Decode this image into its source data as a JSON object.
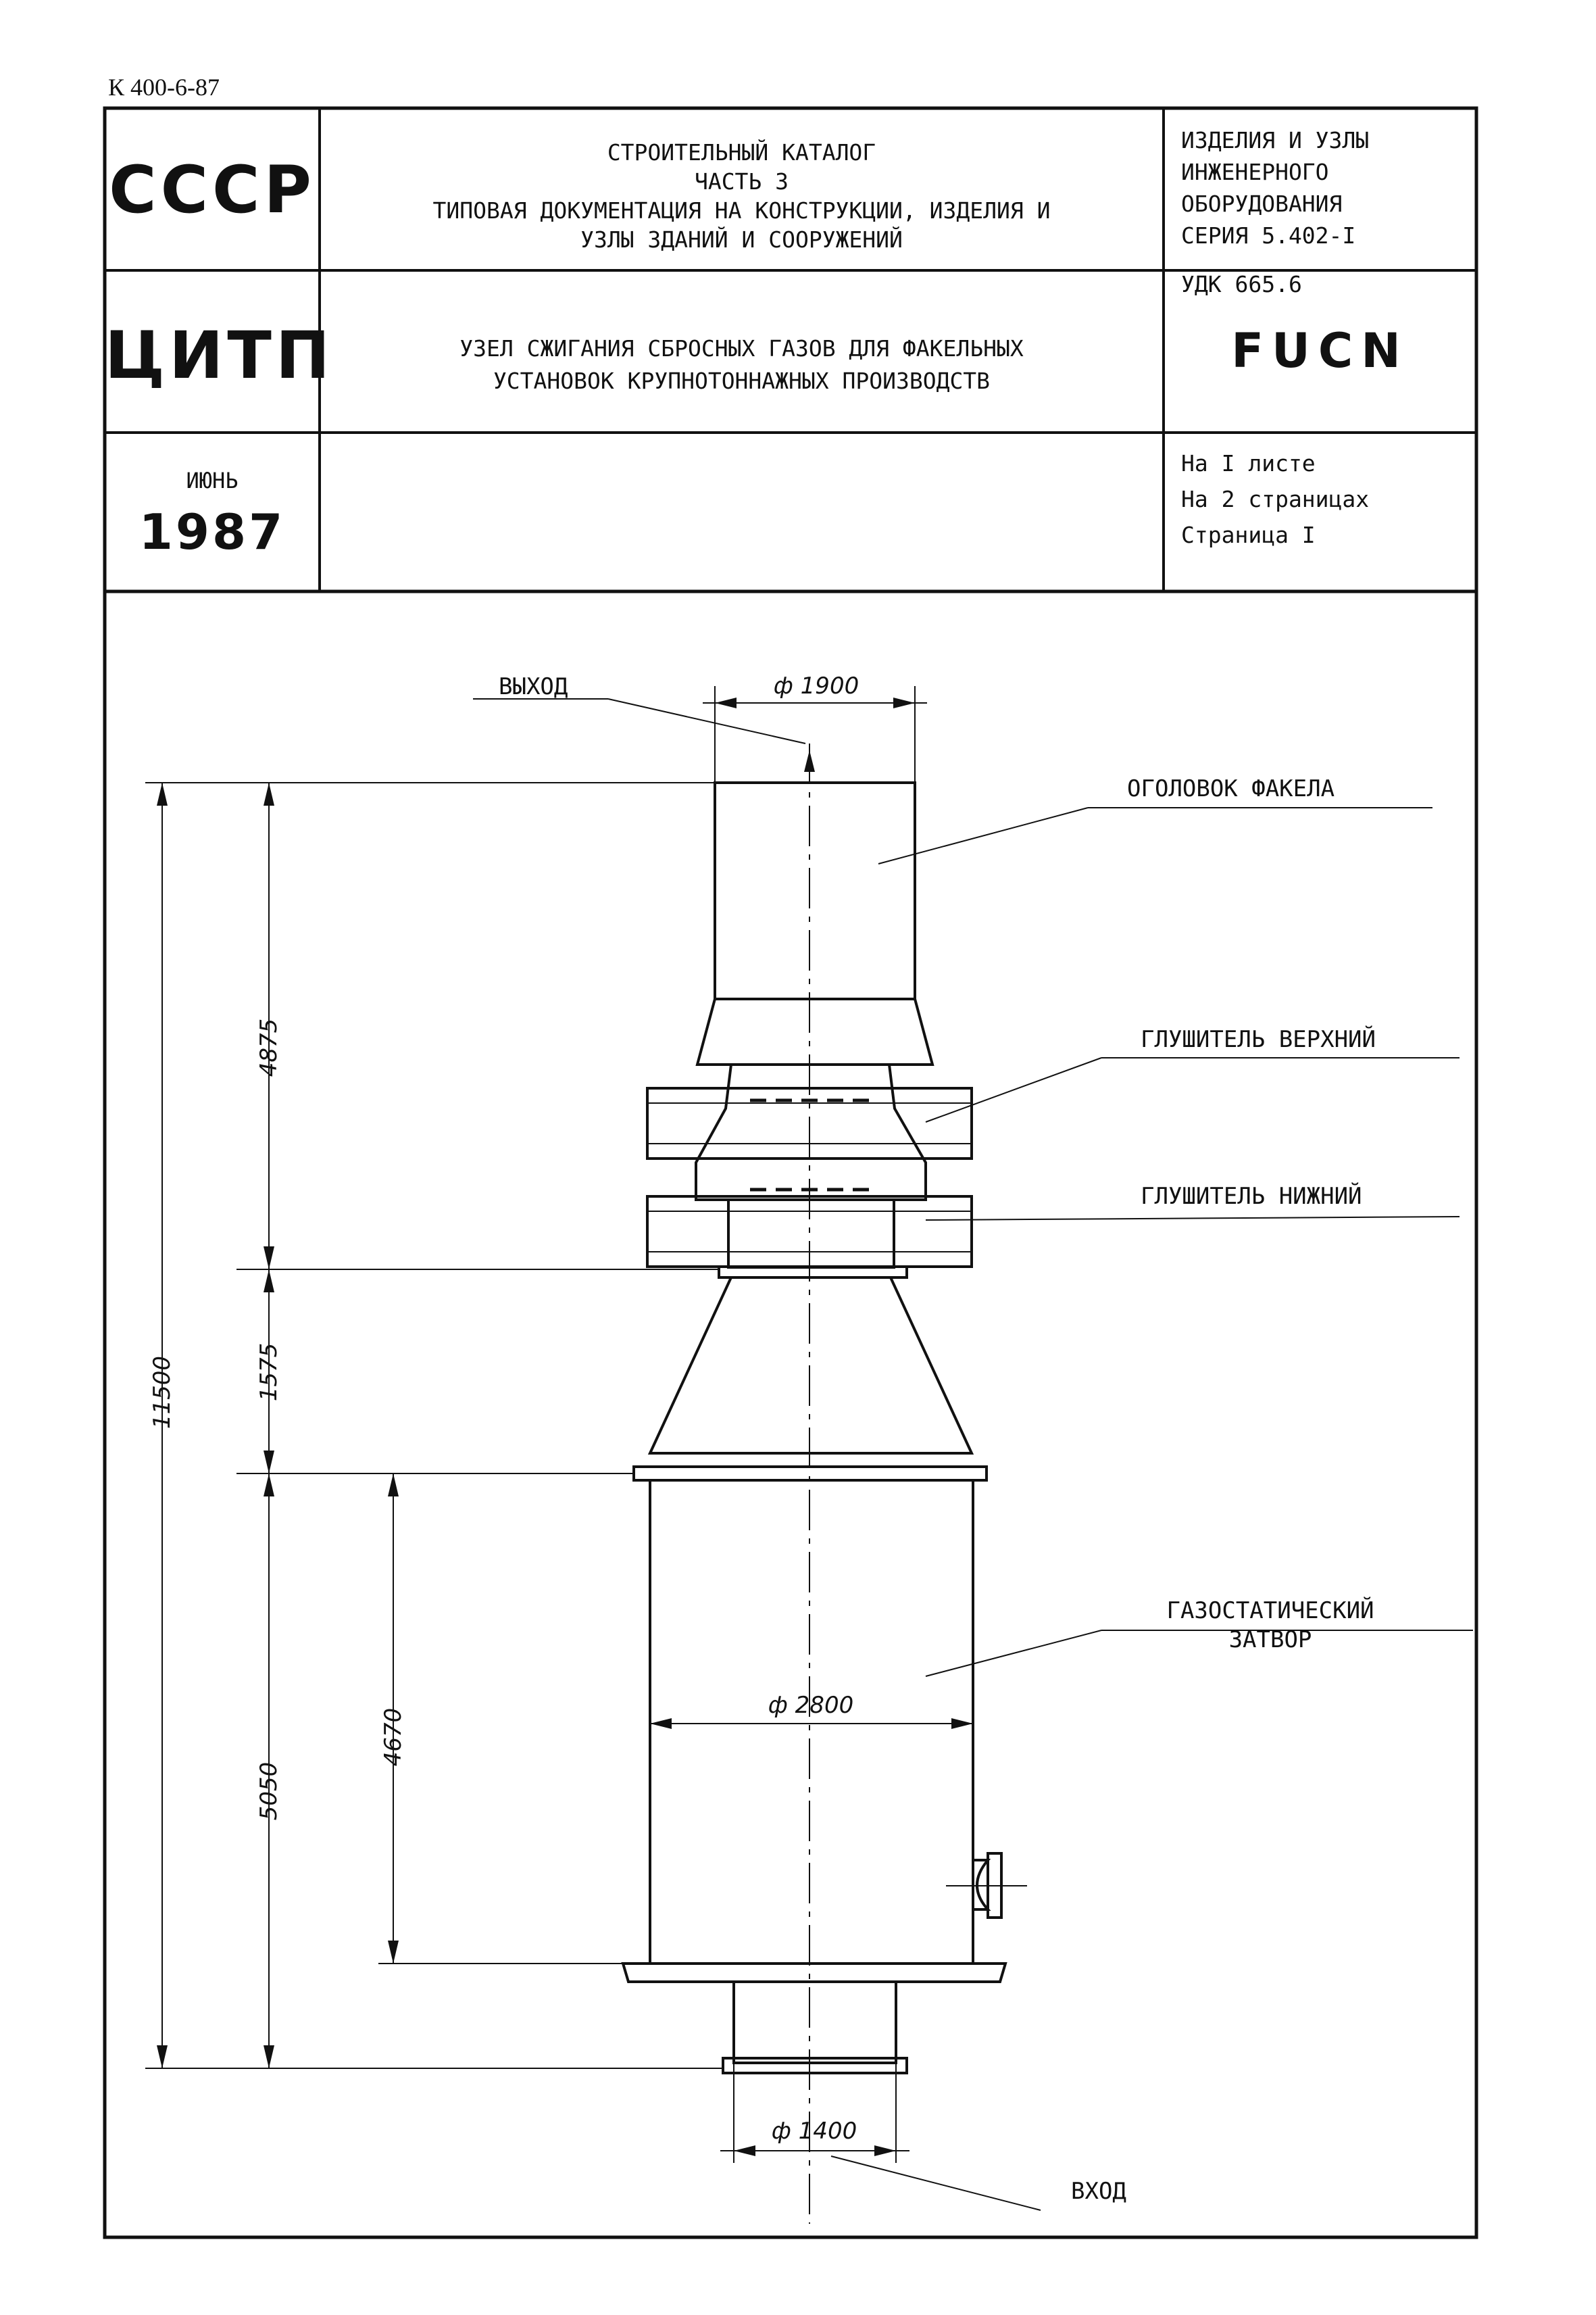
{
  "document_code": "К 400-6-87",
  "header": {
    "org1": "СССР",
    "org2": "ЦИТП",
    "month": "ИЮНЬ",
    "year": "1987",
    "catalog_lines": [
      "СТРОИТЕЛЬНЫЙ КАТАЛОГ",
      "ЧАСТЬ 3",
      "ТИПОВАЯ ДОКУМЕНТАЦИЯ НА КОНСТРУКЦИИ, ИЗДЕЛИЯ И",
      "УЗЛЫ ЗДАНИЙ И СООРУЖЕНИЙ"
    ],
    "title_lines": [
      "УЗЕЛ СЖИГАНИЯ СБРОСНЫХ ГАЗОВ ДЛЯ ФАКЕЛЬНЫХ",
      "УСТАНОВОК КРУПНОТОННАЖНЫХ ПРОИЗВОДСТВ"
    ],
    "series_lines": [
      "ИЗДЕЛИЯ И УЗЛЫ",
      "ИНЖЕНЕРНОГО",
      "ОБОРУДОВАНИЯ",
      "СЕРИЯ 5.402-I"
    ],
    "udk": "УДК 665.6",
    "item_code": "FUCN",
    "sheet_lines": [
      "На I листе",
      "На 2 страницах",
      "Страница I"
    ]
  },
  "drawing": {
    "labels": {
      "outlet": "ВЫХОД",
      "inlet": "ВХОД",
      "flare_tip": "ОГОЛОВОК ФАКЕЛА",
      "upper_silencer": "ГЛУШИТЕЛЬ ВЕРХНИЙ",
      "lower_silencer": "ГЛУШИТЕЛЬ НИЖНИЙ",
      "gas_seal_line1": "ГАЗОСТАТИЧЕСКИЙ",
      "gas_seal_line2": "ЗАТВОР"
    },
    "dimensions": {
      "d_top": "ф 1900",
      "d_mid": "ф 2800",
      "d_bottom": "ф 1400",
      "total_height": "11500",
      "h_upper": "4875",
      "h_cone": "1575",
      "h_lower": "5050",
      "h_inner": "4670"
    }
  }
}
